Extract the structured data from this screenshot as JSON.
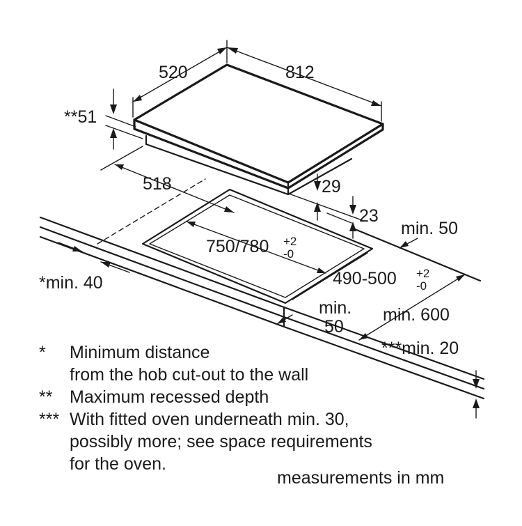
{
  "dimensions": {
    "hob_depth": "520",
    "hob_width": "812",
    "recess_depth": "**51",
    "inner_depth": "518",
    "glass_height": "29",
    "underside_height": "23",
    "cutout_width_main": "750/780",
    "cutout_width_tol_up": "+2",
    "cutout_width_tol_down": "-0",
    "cutout_depth_main": "490-500",
    "cutout_depth_tol_up": "+2",
    "cutout_depth_tol_down": "-0",
    "rear_clearance": "min. 50",
    "front_clearance_top": "min.",
    "front_clearance_bottom": "50",
    "worktop_depth": "min. 600",
    "wall_distance": "*min. 40",
    "worktop_thickness": "***min. 20"
  },
  "notes": [
    {
      "marker": "*",
      "lines": [
        "Minimum distance",
        "from the hob cut-out to the wall"
      ]
    },
    {
      "marker": "**",
      "lines": [
        "Maximum recessed depth"
      ]
    },
    {
      "marker": "***",
      "lines": [
        "With fitted oven underneath min. 30,",
        "possibly more; see space requirements",
        "for the oven."
      ]
    }
  ],
  "units_caption": "measurements in mm",
  "colors": {
    "ink": "#1a1a1a",
    "background": "#ffffff"
  }
}
